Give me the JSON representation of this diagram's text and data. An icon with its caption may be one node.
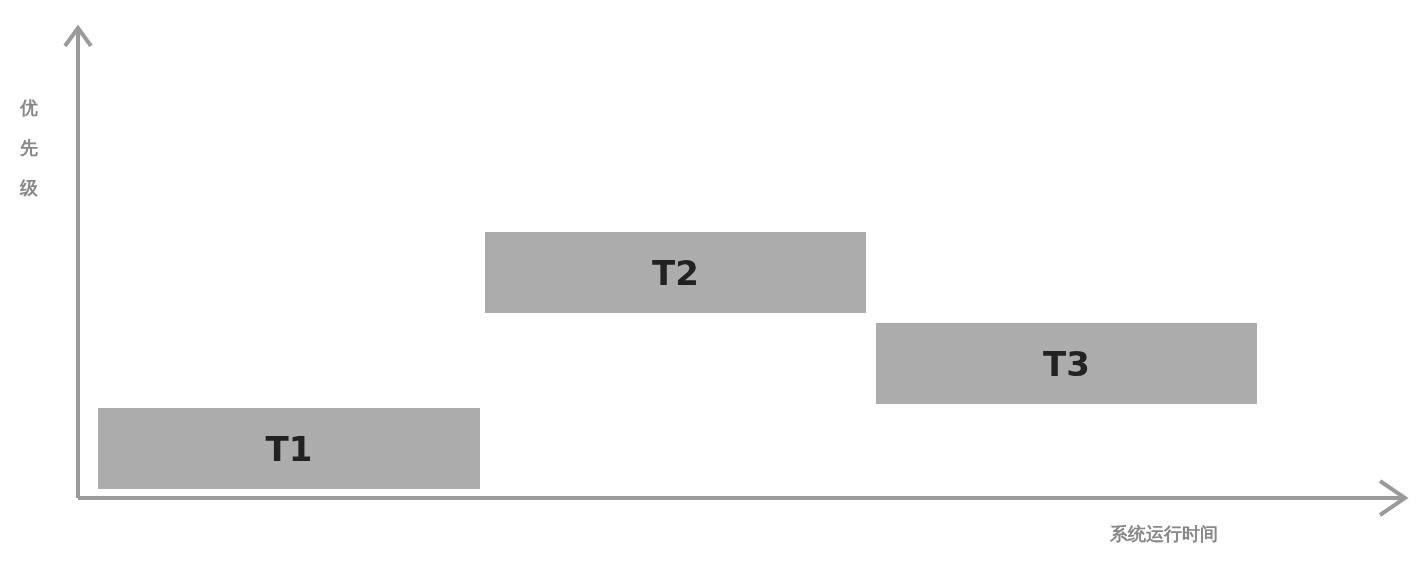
{
  "diagram": {
    "nodes": [
      {
        "text": [
          "T1"
        ]
      },
      {
        "text": [
          "T2"
        ]
      },
      {
        "text": [
          "T3"
        ]
      }
    ],
    "labels": [
      "优先级",
      "系统运行时间"
    ]
  }
}
